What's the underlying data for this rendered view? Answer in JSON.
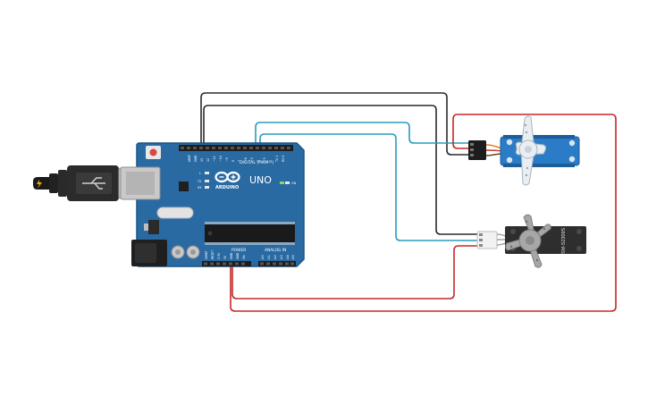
{
  "board": {
    "brand": "ARDUINO",
    "model": "UNO",
    "digital_header": "DIGITAL (PWM~)",
    "power_header": "POWER",
    "analog_header": "ANALOG IN",
    "on_label": "ON",
    "led_labels": [
      "L",
      "TX",
      "RX"
    ],
    "digital_pins": [
      "AREF",
      "GND",
      "13",
      "12",
      "~11",
      "~10",
      "~9",
      "8",
      "7",
      "~6",
      "~5",
      "4",
      "~3",
      "2",
      "TX 1",
      "RX 0"
    ],
    "power_pins": [
      "IOREF",
      "RESET",
      "3.3V",
      "5V",
      "GND",
      "GND",
      "Vin"
    ],
    "analog_pins": [
      "A0",
      "A1",
      "A2",
      "A3",
      "A4",
      "A5"
    ]
  },
  "servo_micro": {
    "label": ""
  },
  "servo_standard": {
    "label": "SM-S2309S"
  },
  "colors": {
    "board_blue": "#2a6aa3",
    "board_edge": "#1e537f",
    "wire_black": "#2b2b2b",
    "wire_cyan": "#2a9bbf",
    "wire_red": "#c62828",
    "servo_blue": "#2b7cc7",
    "servo_black": "#2e2e2e",
    "horn_white": "#e9eef3",
    "horn_gray": "#9a9a9a"
  }
}
